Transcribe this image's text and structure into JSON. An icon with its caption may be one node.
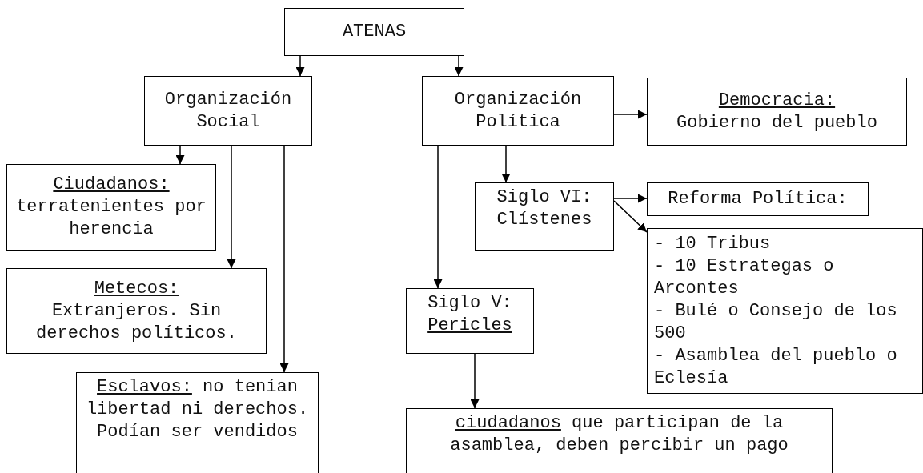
{
  "diagram": {
    "nodes": [
      {
        "text": [
          "ATENAS"
        ]
      },
      {
        "text": [
          "Organización Social"
        ]
      },
      {
        "text": [
          "Organización Política"
        ]
      },
      {
        "text": [
          "Democracia:",
          "Gobierno del pueblo"
        ]
      },
      {
        "text": [
          "Ciudadanos:",
          "terratenientes por herencia"
        ]
      },
      {
        "text": [
          "Metecos:",
          "Extranjeros. Sin derechos políticos."
        ]
      },
      {
        "text": [
          "Esclavos:",
          "no tenían libertad ni derechos. Podían ser vendidos"
        ]
      },
      {
        "text": [
          "Siglo VI: Clístenes"
        ]
      },
      {
        "text": [
          "Reforma Política:"
        ]
      },
      {
        "text": [
          "- 10 Tribus",
          "- 10 Estrategas o Arcontes",
          "- Bulé o Consejo de los 500",
          "- Asamblea del pueblo o Eclesía"
        ]
      },
      {
        "text": [
          "Siglo V:",
          "Pericles"
        ]
      },
      {
        "text": [
          "ciudadanos",
          "que participan de la asamblea, deben percibir un pago"
        ]
      }
    ],
    "edges": [
      {
        "from": 0,
        "to": 1,
        "arrow": "to"
      },
      {
        "from": 0,
        "to": 2,
        "arrow": "to"
      },
      {
        "from": 2,
        "to": 3,
        "arrow": "to"
      },
      {
        "from": 1,
        "to": 4,
        "arrow": "to"
      },
      {
        "from": 1,
        "to": 5,
        "arrow": "to"
      },
      {
        "from": 1,
        "to": 6,
        "arrow": "to"
      },
      {
        "from": 2,
        "to": 7,
        "arrow": "to"
      },
      {
        "from": 2,
        "to": 10,
        "arrow": "to"
      },
      {
        "from": 7,
        "to": 8,
        "arrow": "to"
      },
      {
        "from": 7,
        "to": 9,
        "arrow": "to"
      },
      {
        "from": 10,
        "to": 11,
        "arrow": "to"
      }
    ]
  }
}
